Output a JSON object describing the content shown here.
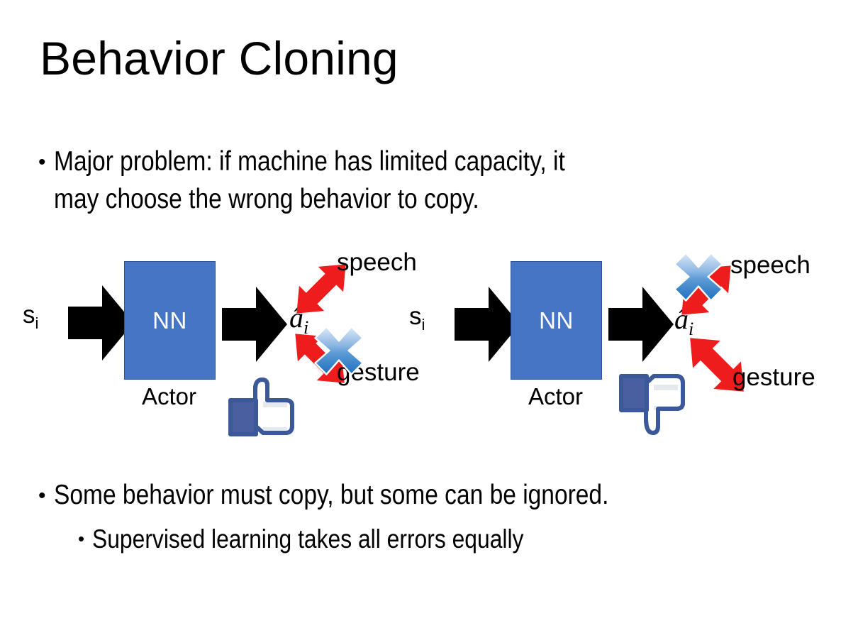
{
  "slide": {
    "title": "Behavior Cloning",
    "background_color": "#ffffff",
    "text_color": "#000000"
  },
  "bullets": {
    "top": {
      "marker": "•",
      "text": "Major problem: if machine has limited capacity, it\nmay choose the wrong behavior to copy."
    },
    "bottom_primary": {
      "marker": "•",
      "text": "Some behavior must copy, but some can be ignored."
    },
    "bottom_secondary": {
      "marker": "•",
      "text": "Supervised learning takes all errors equally"
    }
  },
  "diagrams": [
    {
      "id": "left",
      "state_label": "s",
      "state_subscript": "i",
      "box_label": "NN",
      "box_caption": "Actor",
      "box_fill": "#4575C4",
      "box_border": "#2E5496",
      "output_label": "â",
      "output_subscript": "i",
      "branches": [
        {
          "name": "speech",
          "label": "speech",
          "crossed": false
        },
        {
          "name": "gesture",
          "label": "gesture",
          "crossed": true
        }
      ],
      "feedback_icon": "thumbs-up-icon",
      "arrow_color": "#EE1C1C",
      "cross_color": "#5B9BD5"
    },
    {
      "id": "right",
      "state_label": "s",
      "state_subscript": "i",
      "box_label": "NN",
      "box_caption": "Actor",
      "box_fill": "#4575C4",
      "box_border": "#2E5496",
      "output_label": "â",
      "output_subscript": "i",
      "branches": [
        {
          "name": "speech",
          "label": "speech",
          "crossed": true
        },
        {
          "name": "gesture",
          "label": "gesture",
          "crossed": false
        }
      ],
      "feedback_icon": "thumbs-down-icon",
      "arrow_color": "#EE1C1C",
      "cross_color": "#5B9BD5"
    }
  ],
  "colors": {
    "nn_blue": "#4575C4",
    "nn_blue_border": "#2E5496",
    "arrow_black": "#000000",
    "arrow_red": "#EE1C1C",
    "cross_blue_light": "#BDD7EE",
    "cross_blue_dark": "#2E75B6",
    "facebook_blue": "#3B5998",
    "hand_white": "#FFFFFF"
  }
}
